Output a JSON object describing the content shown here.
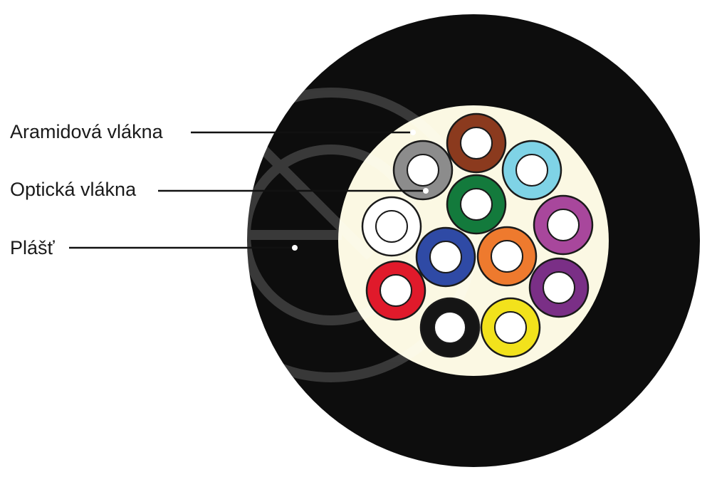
{
  "labels": {
    "aramid": "Aramidová vlákna",
    "optical": "Optická vlákna",
    "sheath": "Plášť"
  },
  "colors": {
    "sheath": "#0d0d0d",
    "aramid_fill": "#fbf8e3",
    "fiber_core": "#ffffff",
    "leader_line": "#111111",
    "leader_dot": "#ffffff"
  },
  "fibers": [
    {
      "name": "brown",
      "color": "#8b3a1e"
    },
    {
      "name": "grey",
      "color": "#8c8c8c"
    },
    {
      "name": "cyan",
      "color": "#7fd3e6"
    },
    {
      "name": "green",
      "color": "#137a3c"
    },
    {
      "name": "white",
      "color": "#ffffff"
    },
    {
      "name": "violet",
      "color": "#a8479c"
    },
    {
      "name": "blue",
      "color": "#2f4aa5"
    },
    {
      "name": "orange",
      "color": "#ee7a2e"
    },
    {
      "name": "red",
      "color": "#e01a2b"
    },
    {
      "name": "purple",
      "color": "#7a2f86"
    },
    {
      "name": "black",
      "color": "#151515"
    },
    {
      "name": "yellow",
      "color": "#f2e21c"
    }
  ]
}
